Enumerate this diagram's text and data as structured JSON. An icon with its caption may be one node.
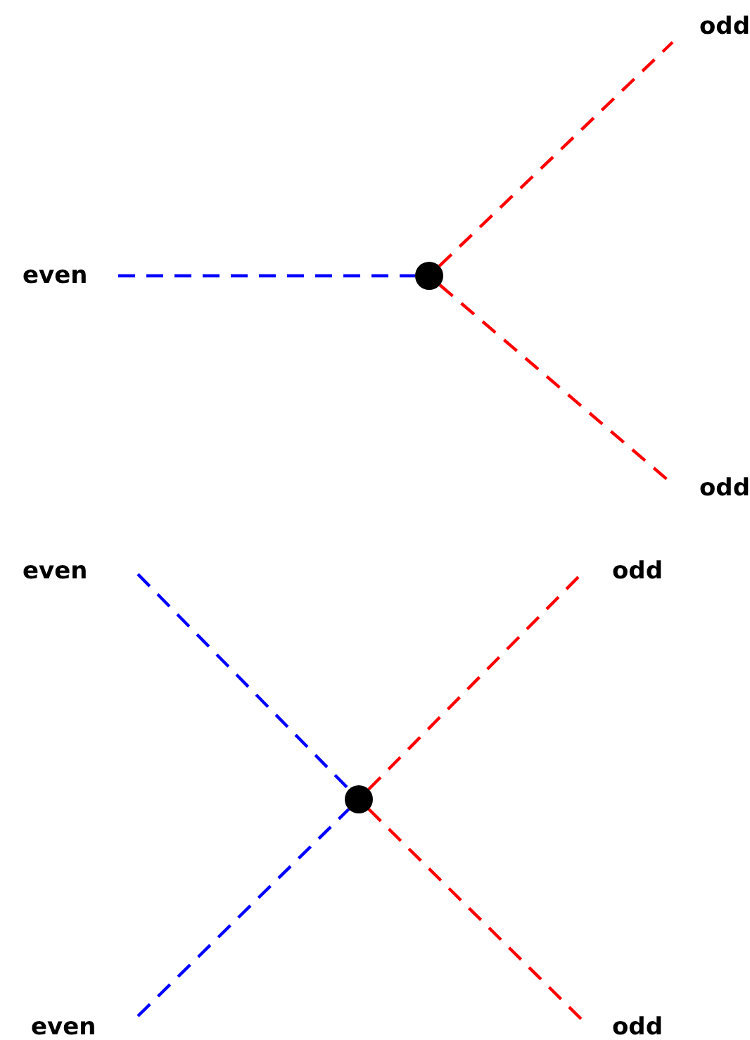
{
  "diagram": {
    "nodes": [
      {
        "text": [
          "odd"
        ]
      },
      {
        "text": [
          "even"
        ]
      },
      {
        "text": [],
        "shape": "circle"
      },
      {
        "text": [
          "odd"
        ]
      },
      {
        "text": [
          "even"
        ]
      },
      {
        "text": [
          "odd"
        ]
      },
      {
        "text": [],
        "shape": "circle"
      },
      {
        "text": [
          "even"
        ]
      },
      {
        "text": [
          "odd"
        ]
      }
    ],
    "edges": [
      {
        "from": 1,
        "to": 2,
        "arrow": "none",
        "style": "dashed",
        "color": "#0000ff"
      },
      {
        "from": 2,
        "to": 0,
        "arrow": "none",
        "style": "dashed"
      },
      {
        "from": 2,
        "to": 3,
        "arrow": "none",
        "style": "dashed"
      },
      {
        "from": 4,
        "to": 6,
        "arrow": "none",
        "style": "dashed",
        "color": "#0000ff"
      },
      {
        "from": 7,
        "to": 6,
        "arrow": "none",
        "style": "dashed",
        "color": "#0000ff"
      },
      {
        "from": 6,
        "to": 5,
        "arrow": "none",
        "style": "dashed"
      },
      {
        "from": 6,
        "to": 8,
        "arrow": "none",
        "style": "dashed"
      }
    ]
  }
}
